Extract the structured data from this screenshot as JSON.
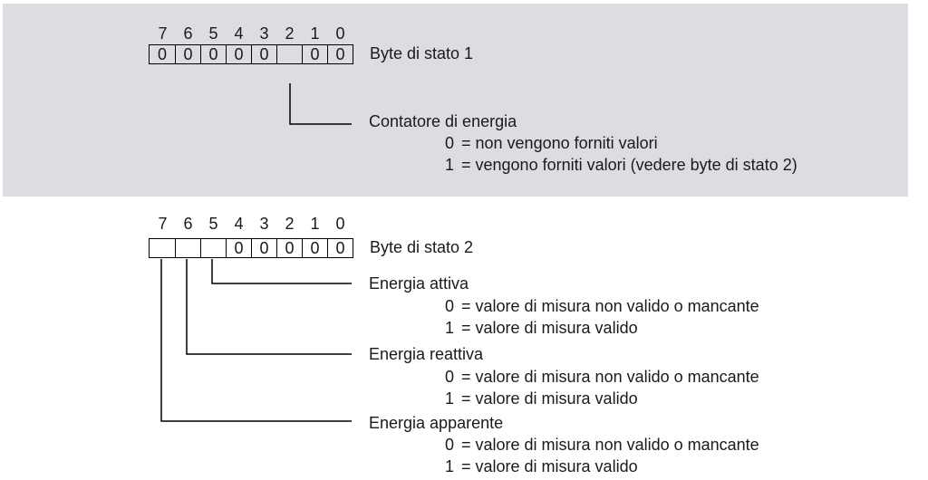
{
  "bits": [
    "7",
    "6",
    "5",
    "4",
    "3",
    "2",
    "1",
    "0"
  ],
  "status_byte_1": {
    "label": "Byte di stato 1",
    "cells": [
      "0",
      "0",
      "0",
      "0",
      "0",
      "",
      "0",
      "0"
    ],
    "fields": [
      {
        "bit": 2,
        "label": "Contatore di energia",
        "values": [
          {
            "code": "0",
            "text": "= non vengono forniti valori"
          },
          {
            "code": "1",
            "text": "= vengono forniti valori (vedere byte di stato 2)"
          }
        ]
      }
    ]
  },
  "status_byte_2": {
    "label": "Byte di stato 2",
    "cells": [
      "",
      "",
      "",
      "0",
      "0",
      "0",
      "0",
      "0"
    ],
    "fields": [
      {
        "bit": 5,
        "label": "Energia attiva",
        "values": [
          {
            "code": "0",
            "text": "= valore di misura non valido o mancante"
          },
          {
            "code": "1",
            "text": "= valore di misura valido"
          }
        ]
      },
      {
        "bit": 6,
        "label": "Energia reattiva",
        "values": [
          {
            "code": "0",
            "text": "= valore di misura non valido o mancante"
          },
          {
            "code": "1",
            "text": "= valore di misura valido"
          }
        ]
      },
      {
        "bit": 7,
        "label": "Energia apparente",
        "values": [
          {
            "code": "0",
            "text": "= valore di misura non valido o mancante"
          },
          {
            "code": "1",
            "text": "= valore di misura valido"
          }
        ]
      }
    ]
  }
}
